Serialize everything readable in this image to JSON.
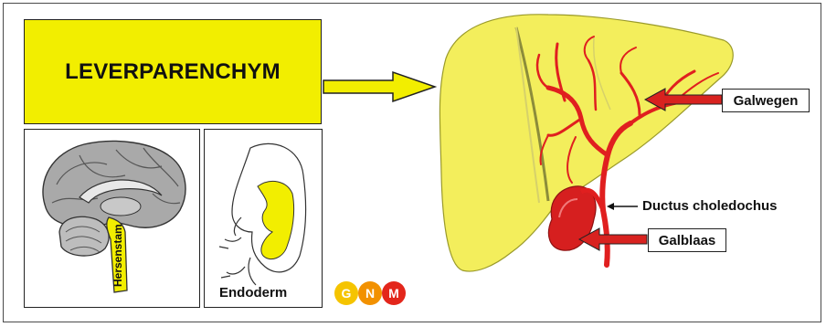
{
  "title": "LEVERPARENCHYM",
  "brain_label": "Hersenstam",
  "embryo_label": "Endoderm",
  "logo": {
    "letters": [
      "G",
      "N",
      "M"
    ],
    "colors": [
      "#f5c400",
      "#f29100",
      "#e3261b"
    ]
  },
  "annotations": {
    "galwegen": "Galwegen",
    "ductus": "Ductus choledochus",
    "galblaas": "Galblaas"
  },
  "colors": {
    "yellow": "#f2ee00",
    "red": "#e01f1f",
    "liver": "#f3ee5c"
  }
}
